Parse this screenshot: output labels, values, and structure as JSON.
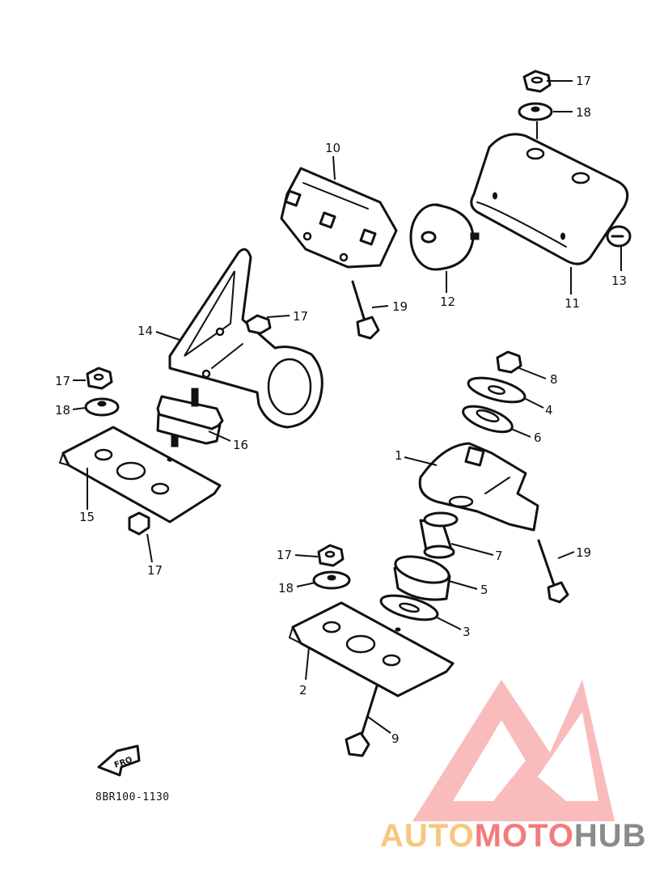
{
  "diagram_code": "8BR100-1130",
  "front_marker": "FRO",
  "callouts": {
    "c1": "1",
    "c2": "2",
    "c3": "3",
    "c4": "4",
    "c5": "5",
    "c6": "6",
    "c7": "7",
    "c8": "8",
    "c9a": "9",
    "c10": "10",
    "c11": "11",
    "c12": "12",
    "c13": "13",
    "c14": "14",
    "c15": "15",
    "c16": "16",
    "c17a": "17",
    "c17b": "17",
    "c17c": "17",
    "c17d": "17",
    "c17e": "17",
    "c18a": "18",
    "c18b": "18",
    "c18c": "18",
    "c19a": "19",
    "c19b": "19"
  },
  "watermark": {
    "part1": "AUTO",
    "part2": "MOTO",
    "part3": "HUB",
    "color_primary": "#f47b7b",
    "color_secondary": "#f6c77e",
    "color_dark": "#8a8a8a"
  }
}
